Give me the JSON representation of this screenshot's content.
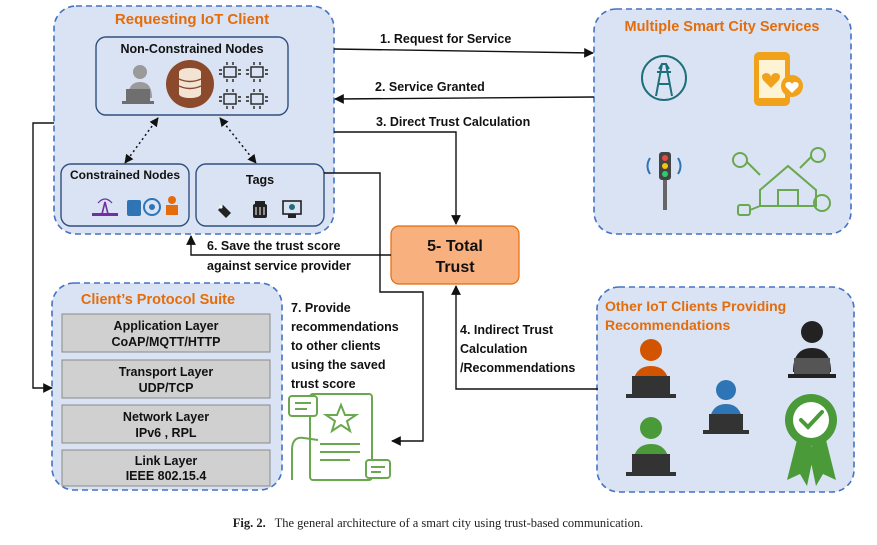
{
  "client": {
    "title": "Requesting IoT Client",
    "non_constrained": "Non-Constrained Nodes",
    "constrained": "Constrained Nodes",
    "tags": "Tags"
  },
  "services": {
    "title": "Multiple Smart City Services"
  },
  "protocol": {
    "title": "Client’s Protocol Suite",
    "layers": [
      {
        "name": "Application Layer",
        "protocols": "CoAP/MQTT/HTTP"
      },
      {
        "name": "Transport Layer",
        "protocols": "UDP/TCP"
      },
      {
        "name": "Network Layer",
        "protocols": "IPv6 , RPL"
      },
      {
        "name": "Link Layer",
        "protocols": "IEEE 802.15.4"
      }
    ]
  },
  "others": {
    "title_line1": "Other IoT Clients Providing",
    "title_line2": "Recommendations"
  },
  "total_trust": {
    "line1": "5- Total",
    "line2": "Trust"
  },
  "flows": {
    "f1": "1. Request for Service",
    "f2": "2. Service Granted",
    "f3": "3. Direct Trust Calculation",
    "f4": [
      "4. Indirect Trust",
      "Calculation",
      "/Recommendations"
    ],
    "f6": [
      "6. Save the trust score",
      "against service provider"
    ],
    "f7": [
      "7. Provide",
      "recommendations",
      "to other clients",
      "using the saved",
      "trust score"
    ]
  },
  "caption": {
    "label": "Fig. 2.",
    "text": "The general architecture of a smart city using trust-based communication."
  },
  "colors": {
    "panel_fill": "#dae3f3",
    "panel_border": "#4472c4",
    "orange": "#e46c0a",
    "trust_fill": "#f8b07f",
    "layer_fill": "#d0d0d0",
    "green_icon": "#6aa84f",
    "teal_icon": "#1f6f7a",
    "person_orange": "#d35400",
    "person_blue": "#2e75b6",
    "person_green": "#4a9a3a"
  }
}
